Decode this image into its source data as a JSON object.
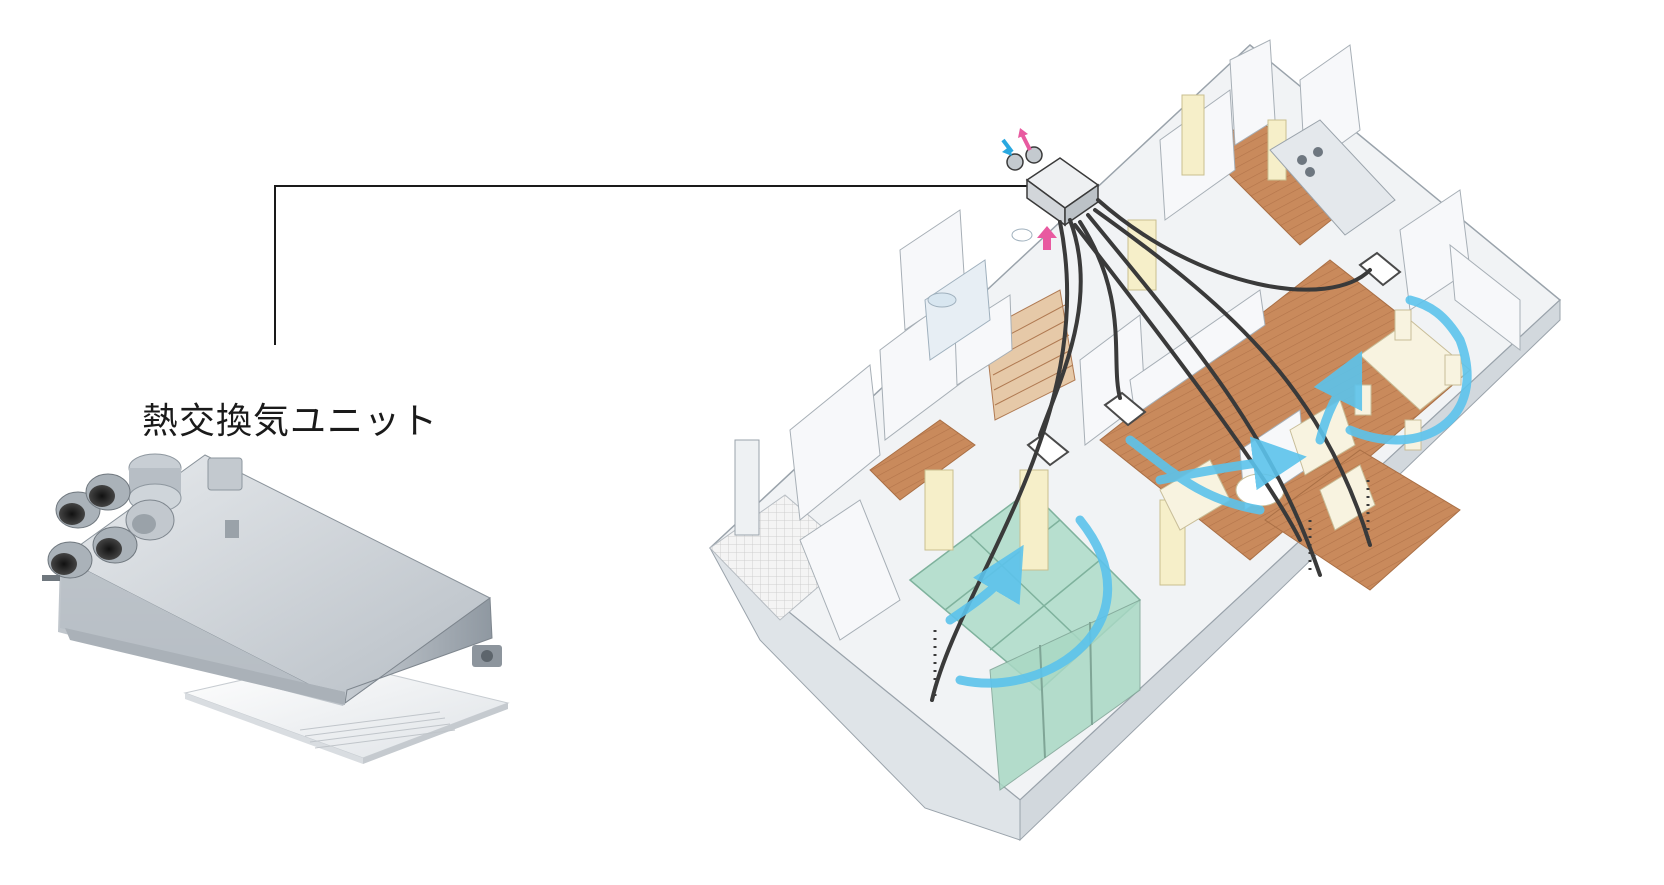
{
  "label": {
    "unit_name": "熱交換気ユニット"
  },
  "colors": {
    "leader_line": "#1a1a1a",
    "airflow_arrow": "#5cc3ec",
    "exhaust_arrow": "#e85aa0",
    "supply_arrow": "#29a8e0",
    "duct": "#3a3a3a",
    "floor_wood": "#c98a5c",
    "tatami_glass": "#a9d8c4",
    "walls": "#f3f5f7",
    "unit_metal": "#c9cfd5"
  },
  "icons": {
    "product": "heat-exchange-ventilation-unit-photo",
    "house": "house-cutaway-illustration"
  }
}
